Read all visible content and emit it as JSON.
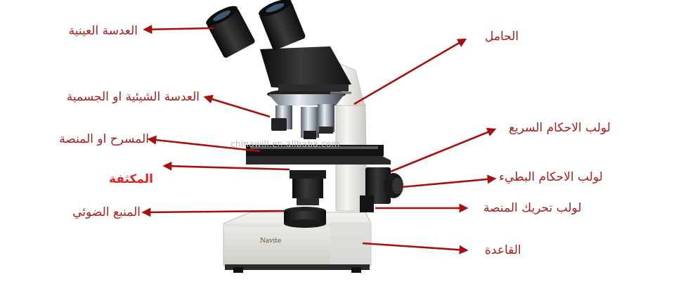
{
  "labels": {
    "eyepiece": "العدسة العينية",
    "objective": "العدسة الشيئية او الجسمية",
    "stage": "المسرح او المنصة",
    "condenser": "المكثفة",
    "light_source": "المنبع الضوئي",
    "arm": "الحامل",
    "coarse_focus": "لولب الاحكام السريع",
    "fine_focus": "لولب الاحكام البطيء",
    "stage_control": "لولب تحريك المنصة",
    "base": "القاعدة"
  },
  "watermark": "chinawill.en.alibaba.com",
  "brand": "Navite",
  "colors": {
    "label_text": "#b31b1b",
    "condenser_text": "#e32222",
    "arrow": "#a80f0f"
  }
}
